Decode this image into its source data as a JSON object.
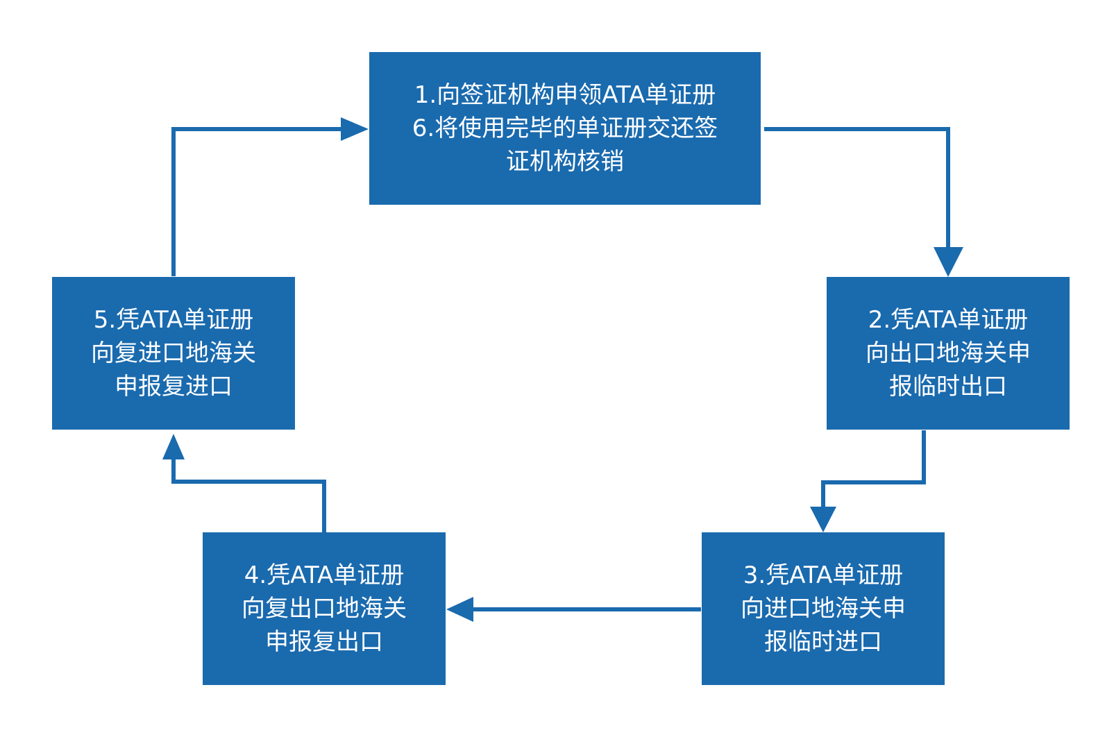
{
  "colors": {
    "box": "#1a6aae",
    "arrow": "#1a6aae",
    "text": "#ffffff"
  },
  "steps": [
    {
      "lines": [
        "1.向签证机构申领ATA单证册",
        "6.将使用完毕的单证册交还签",
        "证机构核销"
      ]
    },
    {
      "lines": [
        "2.凭ATA单证册",
        "向出口地海关申",
        "报临时出口"
      ]
    },
    {
      "lines": [
        "3.凭ATA单证册",
        "向进口地海关申",
        "报临时进口"
      ]
    },
    {
      "lines": [
        "4.凭ATA单证册",
        "向复出口地海关",
        "申报复出口"
      ]
    },
    {
      "lines": [
        "5.凭ATA单证册",
        "向复进口地海关",
        "申报复进口"
      ]
    }
  ]
}
